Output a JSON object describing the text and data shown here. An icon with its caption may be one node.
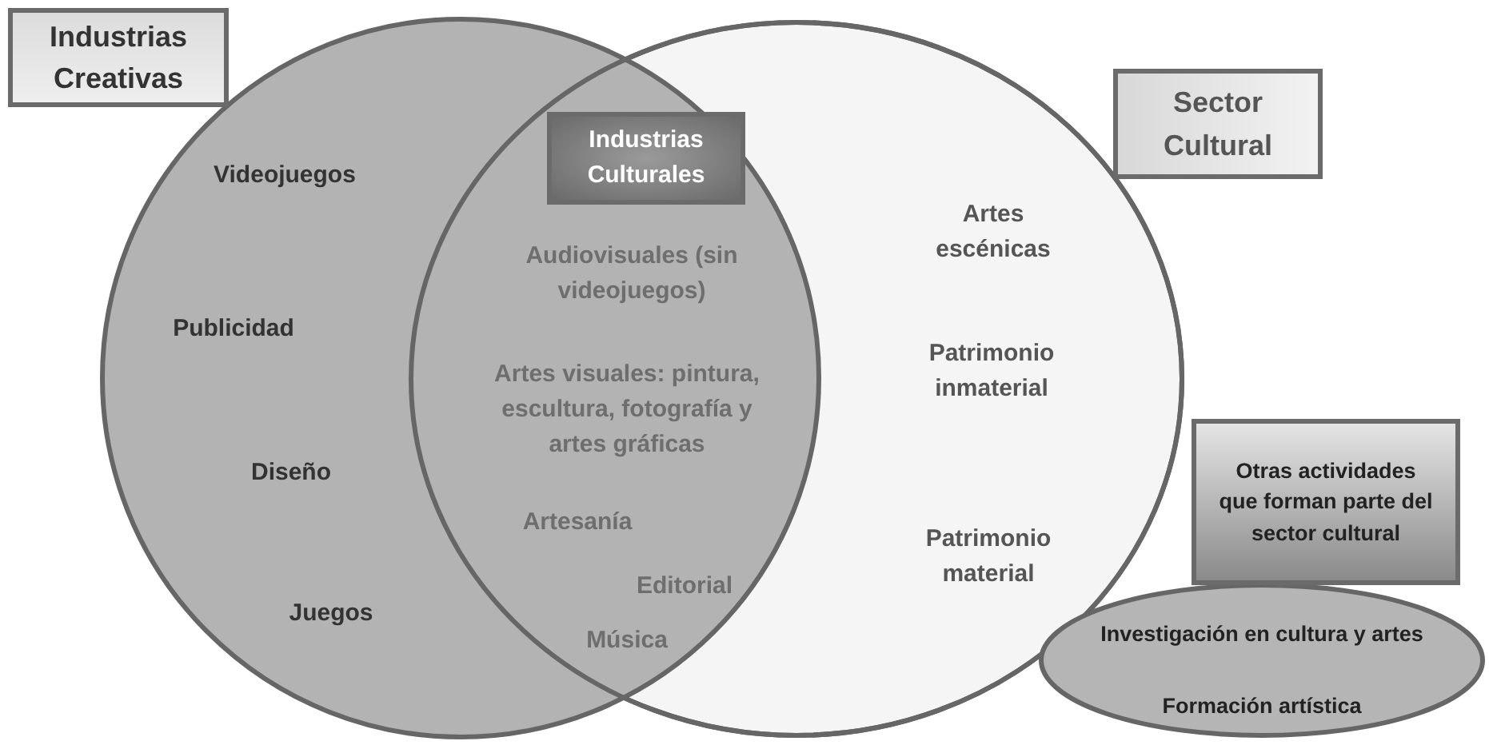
{
  "diagram": {
    "nodes": [
      {
        "text": [
          "Videojuegos",
          "Publicidad",
          "Diseño",
          "Juegos"
        ]
      },
      {
        "text": [
          "Artes escénicas",
          "Patrimonio inmaterial",
          "Patrimonio material"
        ]
      },
      {
        "text": [
          "Industrias Creativas"
        ]
      },
      {
        "text": [
          "Industrias Culturales"
        ]
      },
      {
        "text": [
          "Sector Cultural"
        ]
      },
      {
        "text": [
          "Otras actividades que forman parte del sector cultural"
        ]
      },
      {
        "text": [
          "Investigación en cultura y artes",
          "Formación artística"
        ]
      }
    ],
    "edges": [],
    "labels": [
      "Audiovisuales (sin videojuegos)",
      "Artes visuales: pintura, escultura, fotografía y artes gráficas",
      "Artesanía",
      "Editorial",
      "Música"
    ]
  }
}
